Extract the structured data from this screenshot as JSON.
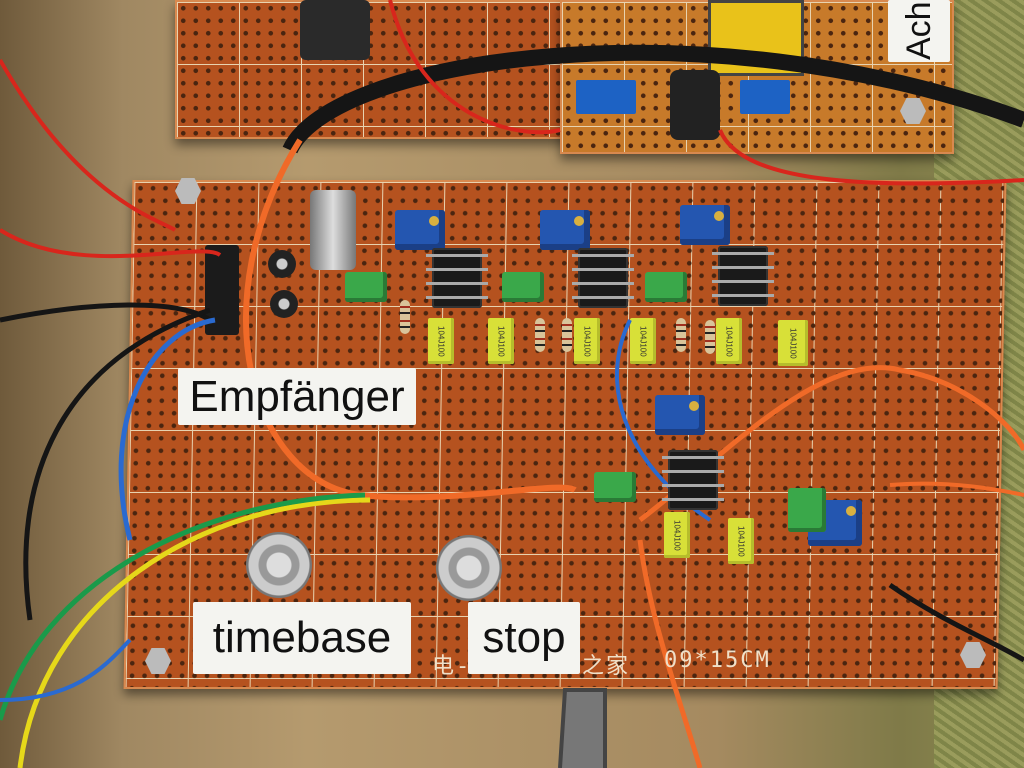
{
  "labels": {
    "receiver": "Empfänger",
    "timebase": "timebase",
    "stop": "stop",
    "top_right_partial": "Ach"
  },
  "silkscreen": {
    "left_chars": "电-",
    "right_chars": "之家",
    "size": "09*15CM"
  },
  "capacitor_marking": "104J100",
  "colors": {
    "board": "#b5521f",
    "wire_red": "#d8261c",
    "wire_orange": "#f06a28",
    "wire_blue": "#2a6ad0",
    "wire_black": "#151515",
    "wire_yellow": "#e6d81a",
    "wire_green": "#1a9a4a"
  }
}
